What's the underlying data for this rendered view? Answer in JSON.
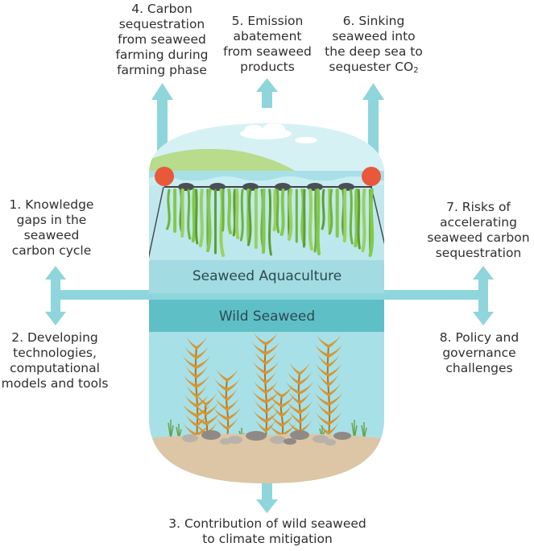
{
  "colors": {
    "arrow": "#8fd5dc",
    "water_light": "#bfe8ee",
    "water": "#8ed3dc",
    "band_light": "#9fdbe2",
    "band_dark": "#5dbdc6",
    "sky": "#cfeef2",
    "hill": "#b9dc8e",
    "buoy": "#e8583a",
    "seaweed_green": "#7fbf3f",
    "kelp": "#c9852a",
    "sand": "#d9c3a3"
  },
  "labels": {
    "item1": "1. Knowledge gaps in the seaweed carbon cycle",
    "item1_lines": [
      "1. Knowledge",
      "gaps in the",
      "seaweed",
      "carbon cycle"
    ],
    "item2_lines": [
      "2. Developing",
      "technologies,",
      "computational",
      "models and tools"
    ],
    "item3_lines": [
      "3. Contribution of wild seaweed",
      "to climate mitigation"
    ],
    "item4_lines": [
      "4. Carbon",
      "sequestration",
      "from seaweed",
      "farming during",
      "farming phase"
    ],
    "item5_lines": [
      "5. Emission",
      "abatement",
      "from seaweed",
      "products"
    ],
    "item6_lines": [
      "6. Sinking",
      "seaweed into",
      "the deep sea to"
    ],
    "item6_last_prefix": "sequester CO",
    "item6_last_sub": "2",
    "item7_lines": [
      "7. Risks of",
      "accelerating",
      "seaweed carbon",
      "sequestration"
    ],
    "item8_lines": [
      "8. Policy and",
      "governance",
      "challenges"
    ]
  },
  "bands": {
    "aquaculture": "Seaweed Aquaculture",
    "wild": "Wild Seaweed"
  }
}
